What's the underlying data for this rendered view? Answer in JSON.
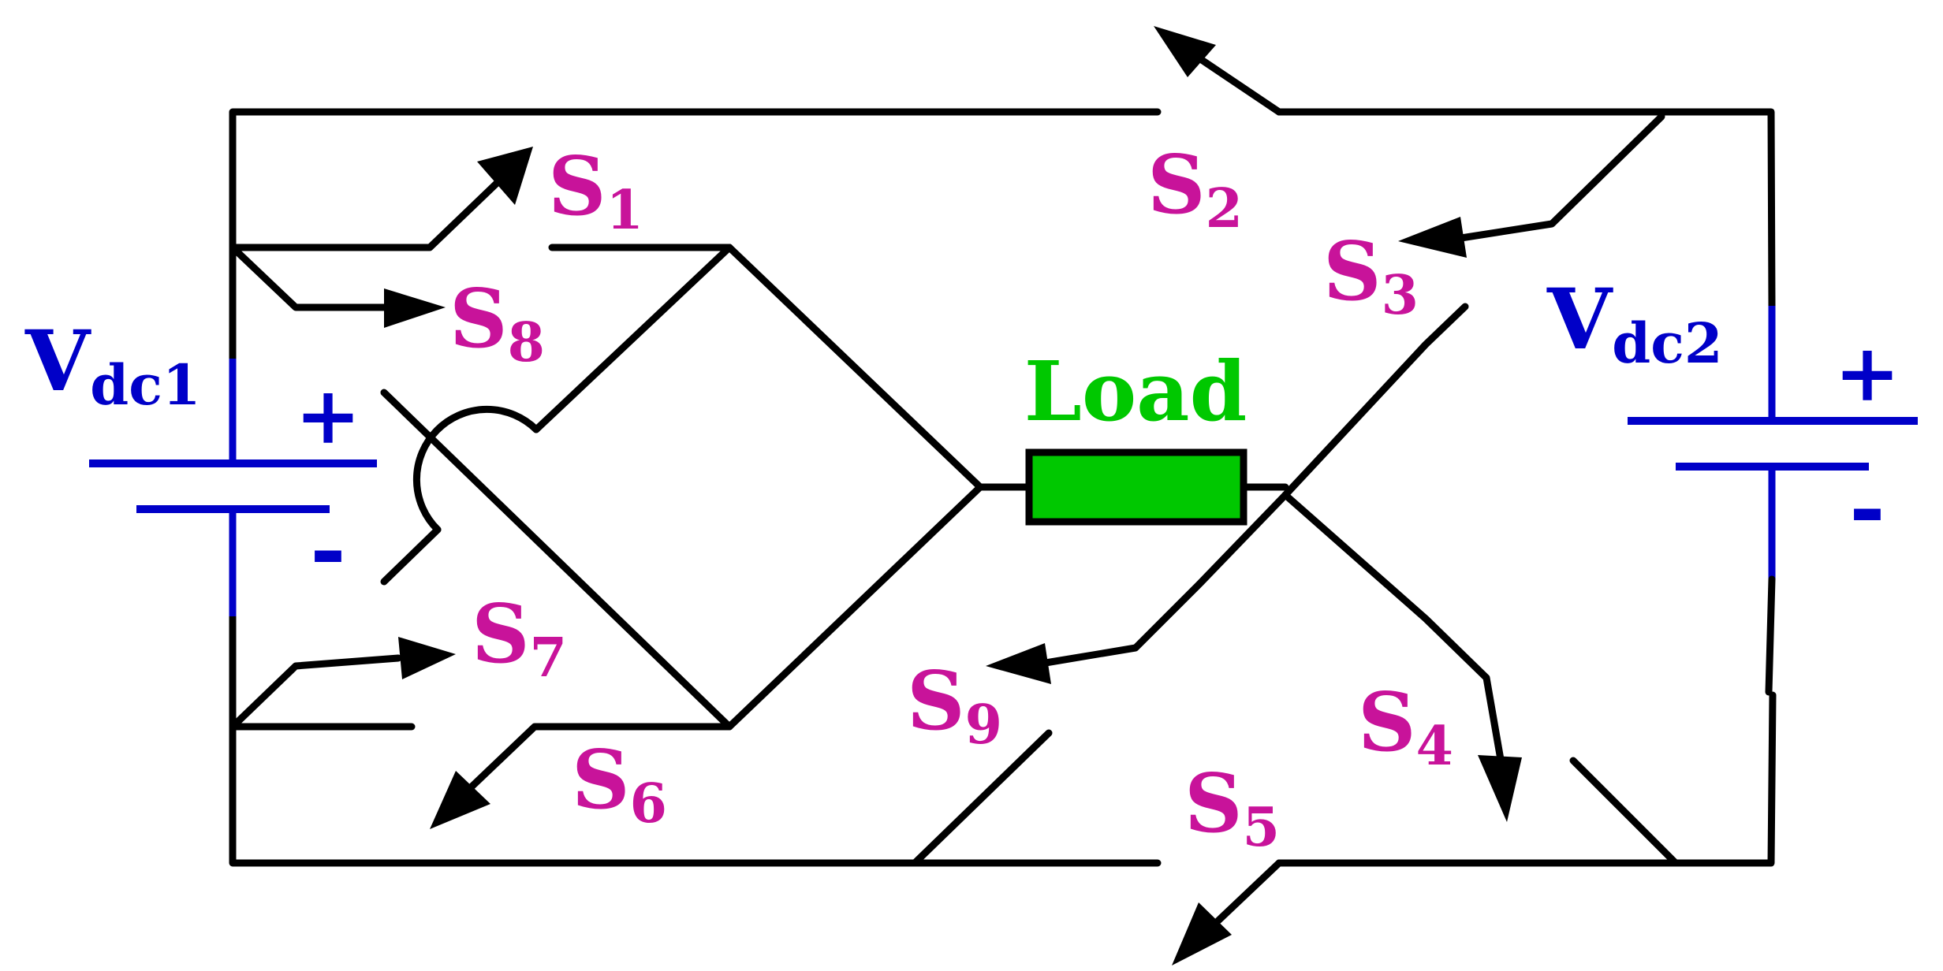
{
  "colors": {
    "wire": "#000000",
    "source": "#0000c8",
    "switch_label": "#c8139a",
    "load_fill": "#00c800",
    "load_label": "#00c800"
  },
  "sources": [
    {
      "id": "vdc1",
      "main": "V",
      "sub": "dc1",
      "plus": "+",
      "minus": "-"
    },
    {
      "id": "vdc2",
      "main": "V",
      "sub": "dc2",
      "plus": "+",
      "minus": "-"
    }
  ],
  "switches": [
    {
      "id": "s1",
      "main": "S",
      "sub": "1"
    },
    {
      "id": "s2",
      "main": "S",
      "sub": "2"
    },
    {
      "id": "s3",
      "main": "S",
      "sub": "3"
    },
    {
      "id": "s4",
      "main": "S",
      "sub": "4"
    },
    {
      "id": "s5",
      "main": "S",
      "sub": "5"
    },
    {
      "id": "s6",
      "main": "S",
      "sub": "6"
    },
    {
      "id": "s7",
      "main": "S",
      "sub": "7"
    },
    {
      "id": "s8",
      "main": "S",
      "sub": "8"
    },
    {
      "id": "s9",
      "main": "S",
      "sub": "9"
    }
  ],
  "load": {
    "label": "Load"
  }
}
